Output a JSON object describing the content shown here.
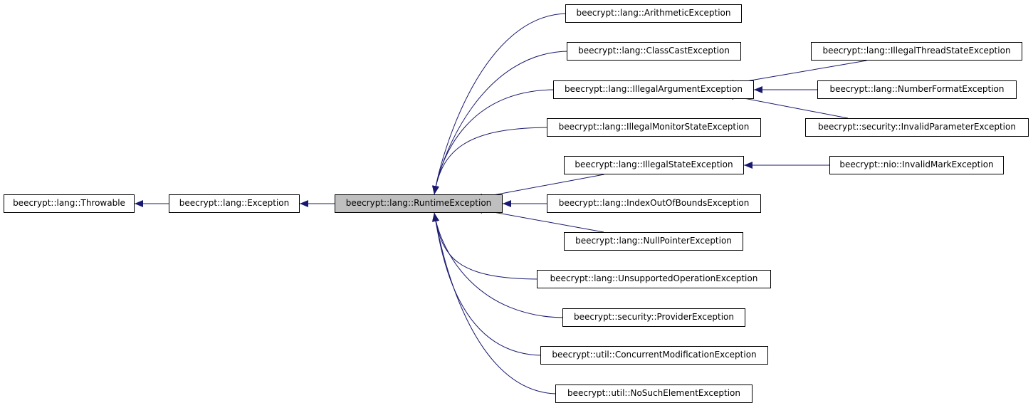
{
  "colors": {
    "edge": "#191970",
    "node_border": "#000000",
    "current_fill": "#bfbfbf",
    "background": "#ffffff"
  },
  "nodes": {
    "throwable": {
      "label": "beecrypt::lang::Throwable"
    },
    "exception": {
      "label": "beecrypt::lang::Exception"
    },
    "runtime_exception": {
      "label": "beecrypt::lang::RuntimeException",
      "current": true
    },
    "arithmetic": {
      "label": "beecrypt::lang::ArithmeticException"
    },
    "class_cast": {
      "label": "beecrypt::lang::ClassCastException"
    },
    "illegal_argument": {
      "label": "beecrypt::lang::IllegalArgumentException"
    },
    "illegal_monitor_state": {
      "label": "beecrypt::lang::IllegalMonitorStateException"
    },
    "illegal_state": {
      "label": "beecrypt::lang::IllegalStateException"
    },
    "index_out_of_bounds": {
      "label": "beecrypt::lang::IndexOutOfBoundsException"
    },
    "null_pointer": {
      "label": "beecrypt::lang::NullPointerException"
    },
    "unsupported_operation": {
      "label": "beecrypt::lang::UnsupportedOperationException"
    },
    "provider": {
      "label": "beecrypt::security::ProviderException"
    },
    "concurrent_modification": {
      "label": "beecrypt::util::ConcurrentModificationException"
    },
    "no_such_element": {
      "label": "beecrypt::util::NoSuchElementException"
    },
    "illegal_thread_state": {
      "label": "beecrypt::lang::IllegalThreadStateException"
    },
    "number_format": {
      "label": "beecrypt::lang::NumberFormatException"
    },
    "invalid_parameter": {
      "label": "beecrypt::security::InvalidParameterException"
    },
    "invalid_mark": {
      "label": "beecrypt::nio::InvalidMarkException"
    }
  },
  "edges": [
    {
      "from": "exception",
      "to": "throwable"
    },
    {
      "from": "runtime_exception",
      "to": "exception"
    },
    {
      "from": "arithmetic",
      "to": "runtime_exception"
    },
    {
      "from": "class_cast",
      "to": "runtime_exception"
    },
    {
      "from": "illegal_argument",
      "to": "runtime_exception"
    },
    {
      "from": "illegal_monitor_state",
      "to": "runtime_exception"
    },
    {
      "from": "illegal_state",
      "to": "runtime_exception"
    },
    {
      "from": "index_out_of_bounds",
      "to": "runtime_exception"
    },
    {
      "from": "null_pointer",
      "to": "runtime_exception"
    },
    {
      "from": "unsupported_operation",
      "to": "runtime_exception"
    },
    {
      "from": "provider",
      "to": "runtime_exception"
    },
    {
      "from": "concurrent_modification",
      "to": "runtime_exception"
    },
    {
      "from": "no_such_element",
      "to": "runtime_exception"
    },
    {
      "from": "illegal_thread_state",
      "to": "illegal_argument"
    },
    {
      "from": "number_format",
      "to": "illegal_argument"
    },
    {
      "from": "invalid_parameter",
      "to": "illegal_argument"
    },
    {
      "from": "invalid_mark",
      "to": "illegal_state"
    }
  ]
}
